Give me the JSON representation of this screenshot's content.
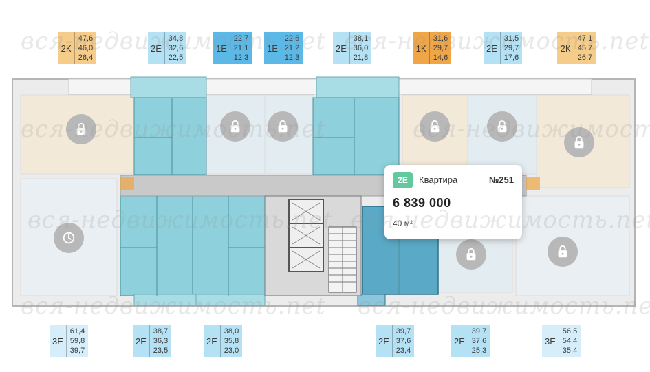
{
  "top_tags": [
    {
      "type": "2К",
      "values": [
        "47,6",
        "46,0",
        "26,4"
      ],
      "color": "#f5cc8a"
    },
    {
      "type": "2Е",
      "values": [
        "34,8",
        "32,6",
        "22,5"
      ],
      "color": "#b5e1f4"
    },
    {
      "type": "1Е",
      "values": [
        "22,7",
        "21,1",
        "12,3"
      ],
      "color": "#5cb8e6"
    },
    {
      "type": "1Е",
      "values": [
        "22,6",
        "21,2",
        "12,3"
      ],
      "color": "#5cb8e6"
    },
    {
      "type": "2Е",
      "values": [
        "38,1",
        "36,0",
        "21,8"
      ],
      "color": "#b5e1f4"
    },
    {
      "type": "1К",
      "values": [
        "31,6",
        "29,7",
        "14,6"
      ],
      "color": "#f0a646"
    },
    {
      "type": "2Е",
      "values": [
        "31,5",
        "29,7",
        "17,6"
      ],
      "color": "#b5e1f4"
    },
    {
      "type": "2К",
      "values": [
        "47,1",
        "45,7",
        "26,7"
      ],
      "color": "#f5cc8a"
    }
  ],
  "bottom_tags": [
    {
      "type": "3Е",
      "values": [
        "61,4",
        "59,8",
        "39,7"
      ],
      "color": "#d6eefa"
    },
    {
      "type": "2Е",
      "values": [
        "38,7",
        "36,3",
        "23,5"
      ],
      "color": "#b5e1f4"
    },
    {
      "type": "2Е",
      "values": [
        "38,0",
        "35,8",
        "23,0"
      ],
      "color": "#b5e1f4"
    },
    {
      "type": "2Е",
      "values": [
        "39,7",
        "37,6",
        "23,4"
      ],
      "color": "#b5e1f4"
    },
    {
      "type": "2Е",
      "values": [
        "39,7",
        "37,6",
        "25,3"
      ],
      "color": "#b5e1f4"
    },
    {
      "type": "3Е",
      "values": [
        "56,5",
        "54,4",
        "35,4"
      ],
      "color": "#d6eefa"
    }
  ],
  "popup": {
    "badge": "2Е",
    "label": "Квартира",
    "number": "№251",
    "price": "6 839 000",
    "area": "40 м²"
  },
  "watermark": "вся-недвижимость.net",
  "colors": {
    "available": "#8ed1dc",
    "selected": "#5aa9c7",
    "locked_overlay": "#ffffff",
    "wall": "#9aa0a3"
  }
}
